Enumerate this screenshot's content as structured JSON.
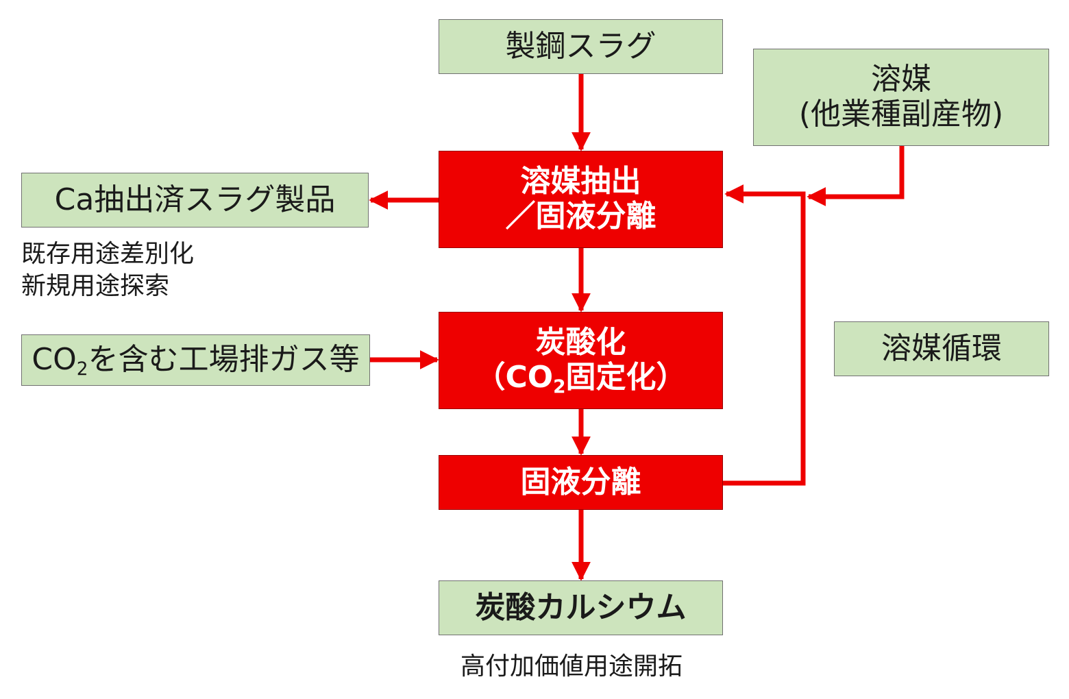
{
  "colors": {
    "process_fill": "#ee0000",
    "input_output_fill": "#cde4bd",
    "arrow": "#ee0000"
  },
  "nodes": {
    "steel_slag": "製鋼スラグ",
    "solvent_line1": "溶媒",
    "solvent_line2": "(他業種副産物)",
    "extraction_line1": "溶媒抽出",
    "extraction_line2": "／固液分離",
    "ca_slag_product": "Ca抽出済スラグ製品",
    "co2_gas_prefix": "CO",
    "co2_gas_sub": "2",
    "co2_gas_suffix": "を含む工場排ガス等",
    "carbonation_line1": "炭酸化",
    "carbonation_line2_prefix": "（CO",
    "carbonation_line2_sub": "2",
    "carbonation_line2_suffix": "固定化）",
    "solid_liquid_separation": "固液分離",
    "solvent_recycle": "溶媒循環",
    "calcium_carbonate": "炭酸カルシウム"
  },
  "notes": {
    "slag_uses_line1": "既存用途差別化",
    "slag_uses_line2": "新規用途探索",
    "caco3_uses": "高付加価値用途開拓"
  }
}
